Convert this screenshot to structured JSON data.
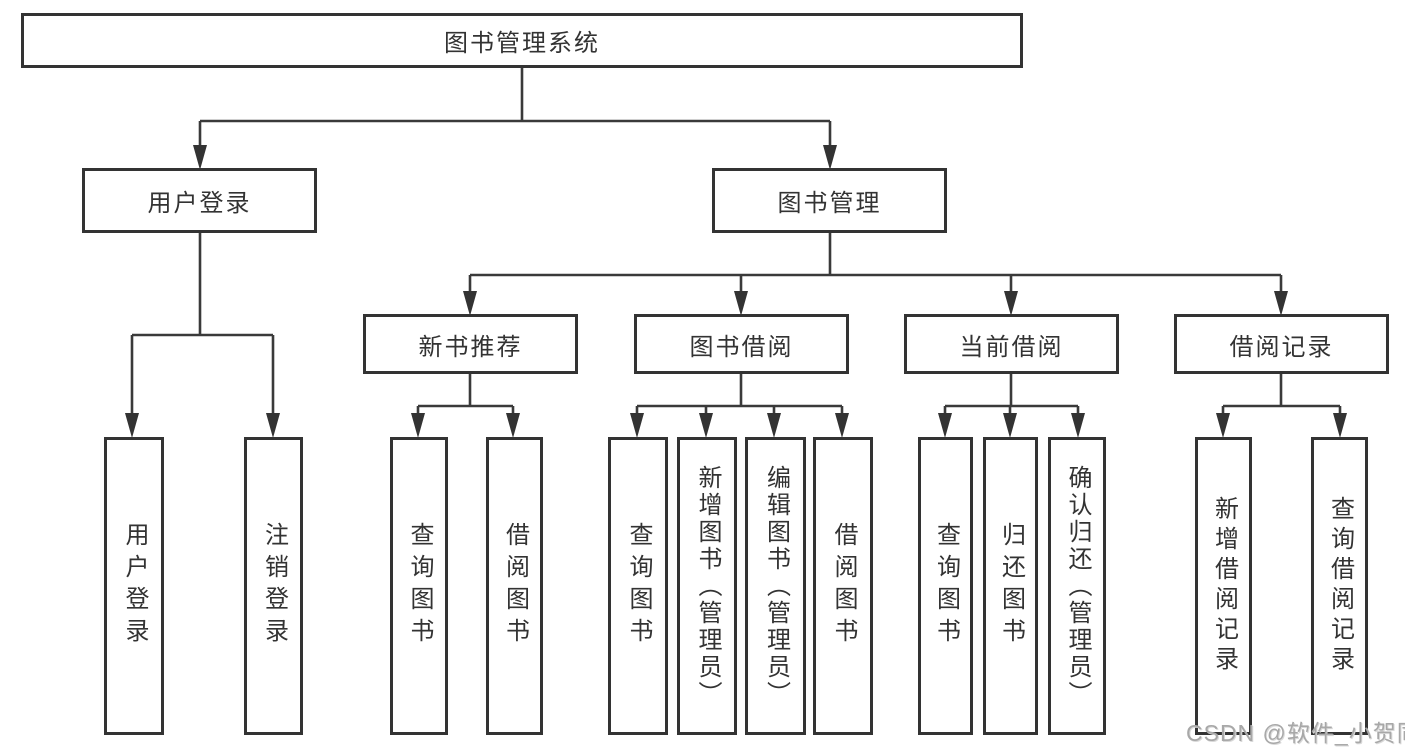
{
  "diagram": {
    "root": {
      "label": "图书管理系统"
    },
    "level2": [
      {
        "label": "用户登录"
      },
      {
        "label": "图书管理"
      }
    ],
    "level3": [
      {
        "label": "新书推荐"
      },
      {
        "label": "图书借阅"
      },
      {
        "label": "当前借阅"
      },
      {
        "label": "借阅记录"
      }
    ],
    "leaves": [
      {
        "label": "用户登录",
        "parent": "用户登录"
      },
      {
        "label": "注销登录",
        "parent": "用户登录"
      },
      {
        "label": "查询图书",
        "parent": "新书推荐"
      },
      {
        "label": "借阅图书",
        "parent": "新书推荐"
      },
      {
        "label": "查询图书",
        "parent": "图书借阅"
      },
      {
        "label": "新增图书（管理员）",
        "parent": "图书借阅"
      },
      {
        "label": "编辑图书（管理员）",
        "parent": "图书借阅"
      },
      {
        "label": "借阅图书",
        "parent": "图书借阅"
      },
      {
        "label": "查询图书",
        "parent": "当前借阅"
      },
      {
        "label": "归还图书",
        "parent": "当前借阅"
      },
      {
        "label": "确认归还（管理员）",
        "parent": "当前借阅"
      },
      {
        "label": "新增借阅记录",
        "parent": "借阅记录"
      },
      {
        "label": "查询借阅记录",
        "parent": "借阅记录"
      }
    ]
  },
  "watermark": {
    "text": "CSDN @软件_小贺同学"
  },
  "colors": {
    "background": "#ffffff",
    "line": "#3a3a3a",
    "border": "#333333",
    "text": "#333333",
    "watermark": "#a8a8a8"
  }
}
